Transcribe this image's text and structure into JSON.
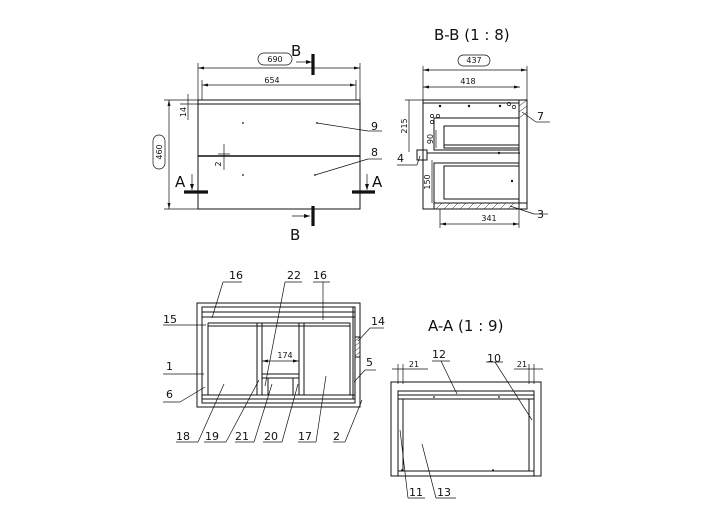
{
  "section_labels": {
    "bb_title": "B-B (1 : 8)",
    "aa_title": "A-A (1 : 9)",
    "b_top": "B",
    "b_bottom": "B",
    "a_left": "A",
    "a_right": "A"
  },
  "front_view": {
    "dim_overall_width": "690",
    "dim_inner_width": "654",
    "dim_height": "460",
    "dim_top_panel": "14",
    "dim_gap": "2",
    "callout_9": "9",
    "callout_8": "8"
  },
  "section_bb": {
    "dim_depth_overall": "437",
    "dim_depth_inner": "418",
    "dim_drawer_upper": "215",
    "dim_drawer_gap": "90",
    "dim_drawer_lower": "150",
    "dim_bottom": "341",
    "callout_7": "7",
    "callout_4": "4",
    "callout_3": "3"
  },
  "assembly_view": {
    "callout_16a": "16",
    "callout_22": "22",
    "callout_16b": "16",
    "callout_15": "15",
    "callout_14": "14",
    "callout_1": "1",
    "callout_5": "5",
    "callout_6": "6",
    "dim_shelf": "174",
    "callout_18": "18",
    "callout_19": "19",
    "callout_21": "21",
    "callout_20": "20",
    "callout_17": "17",
    "callout_2": "2"
  },
  "section_aa": {
    "dim_left": "21",
    "dim_right": "21",
    "callout_12": "12",
    "callout_10": "10",
    "callout_11": "11",
    "callout_13": "13"
  }
}
